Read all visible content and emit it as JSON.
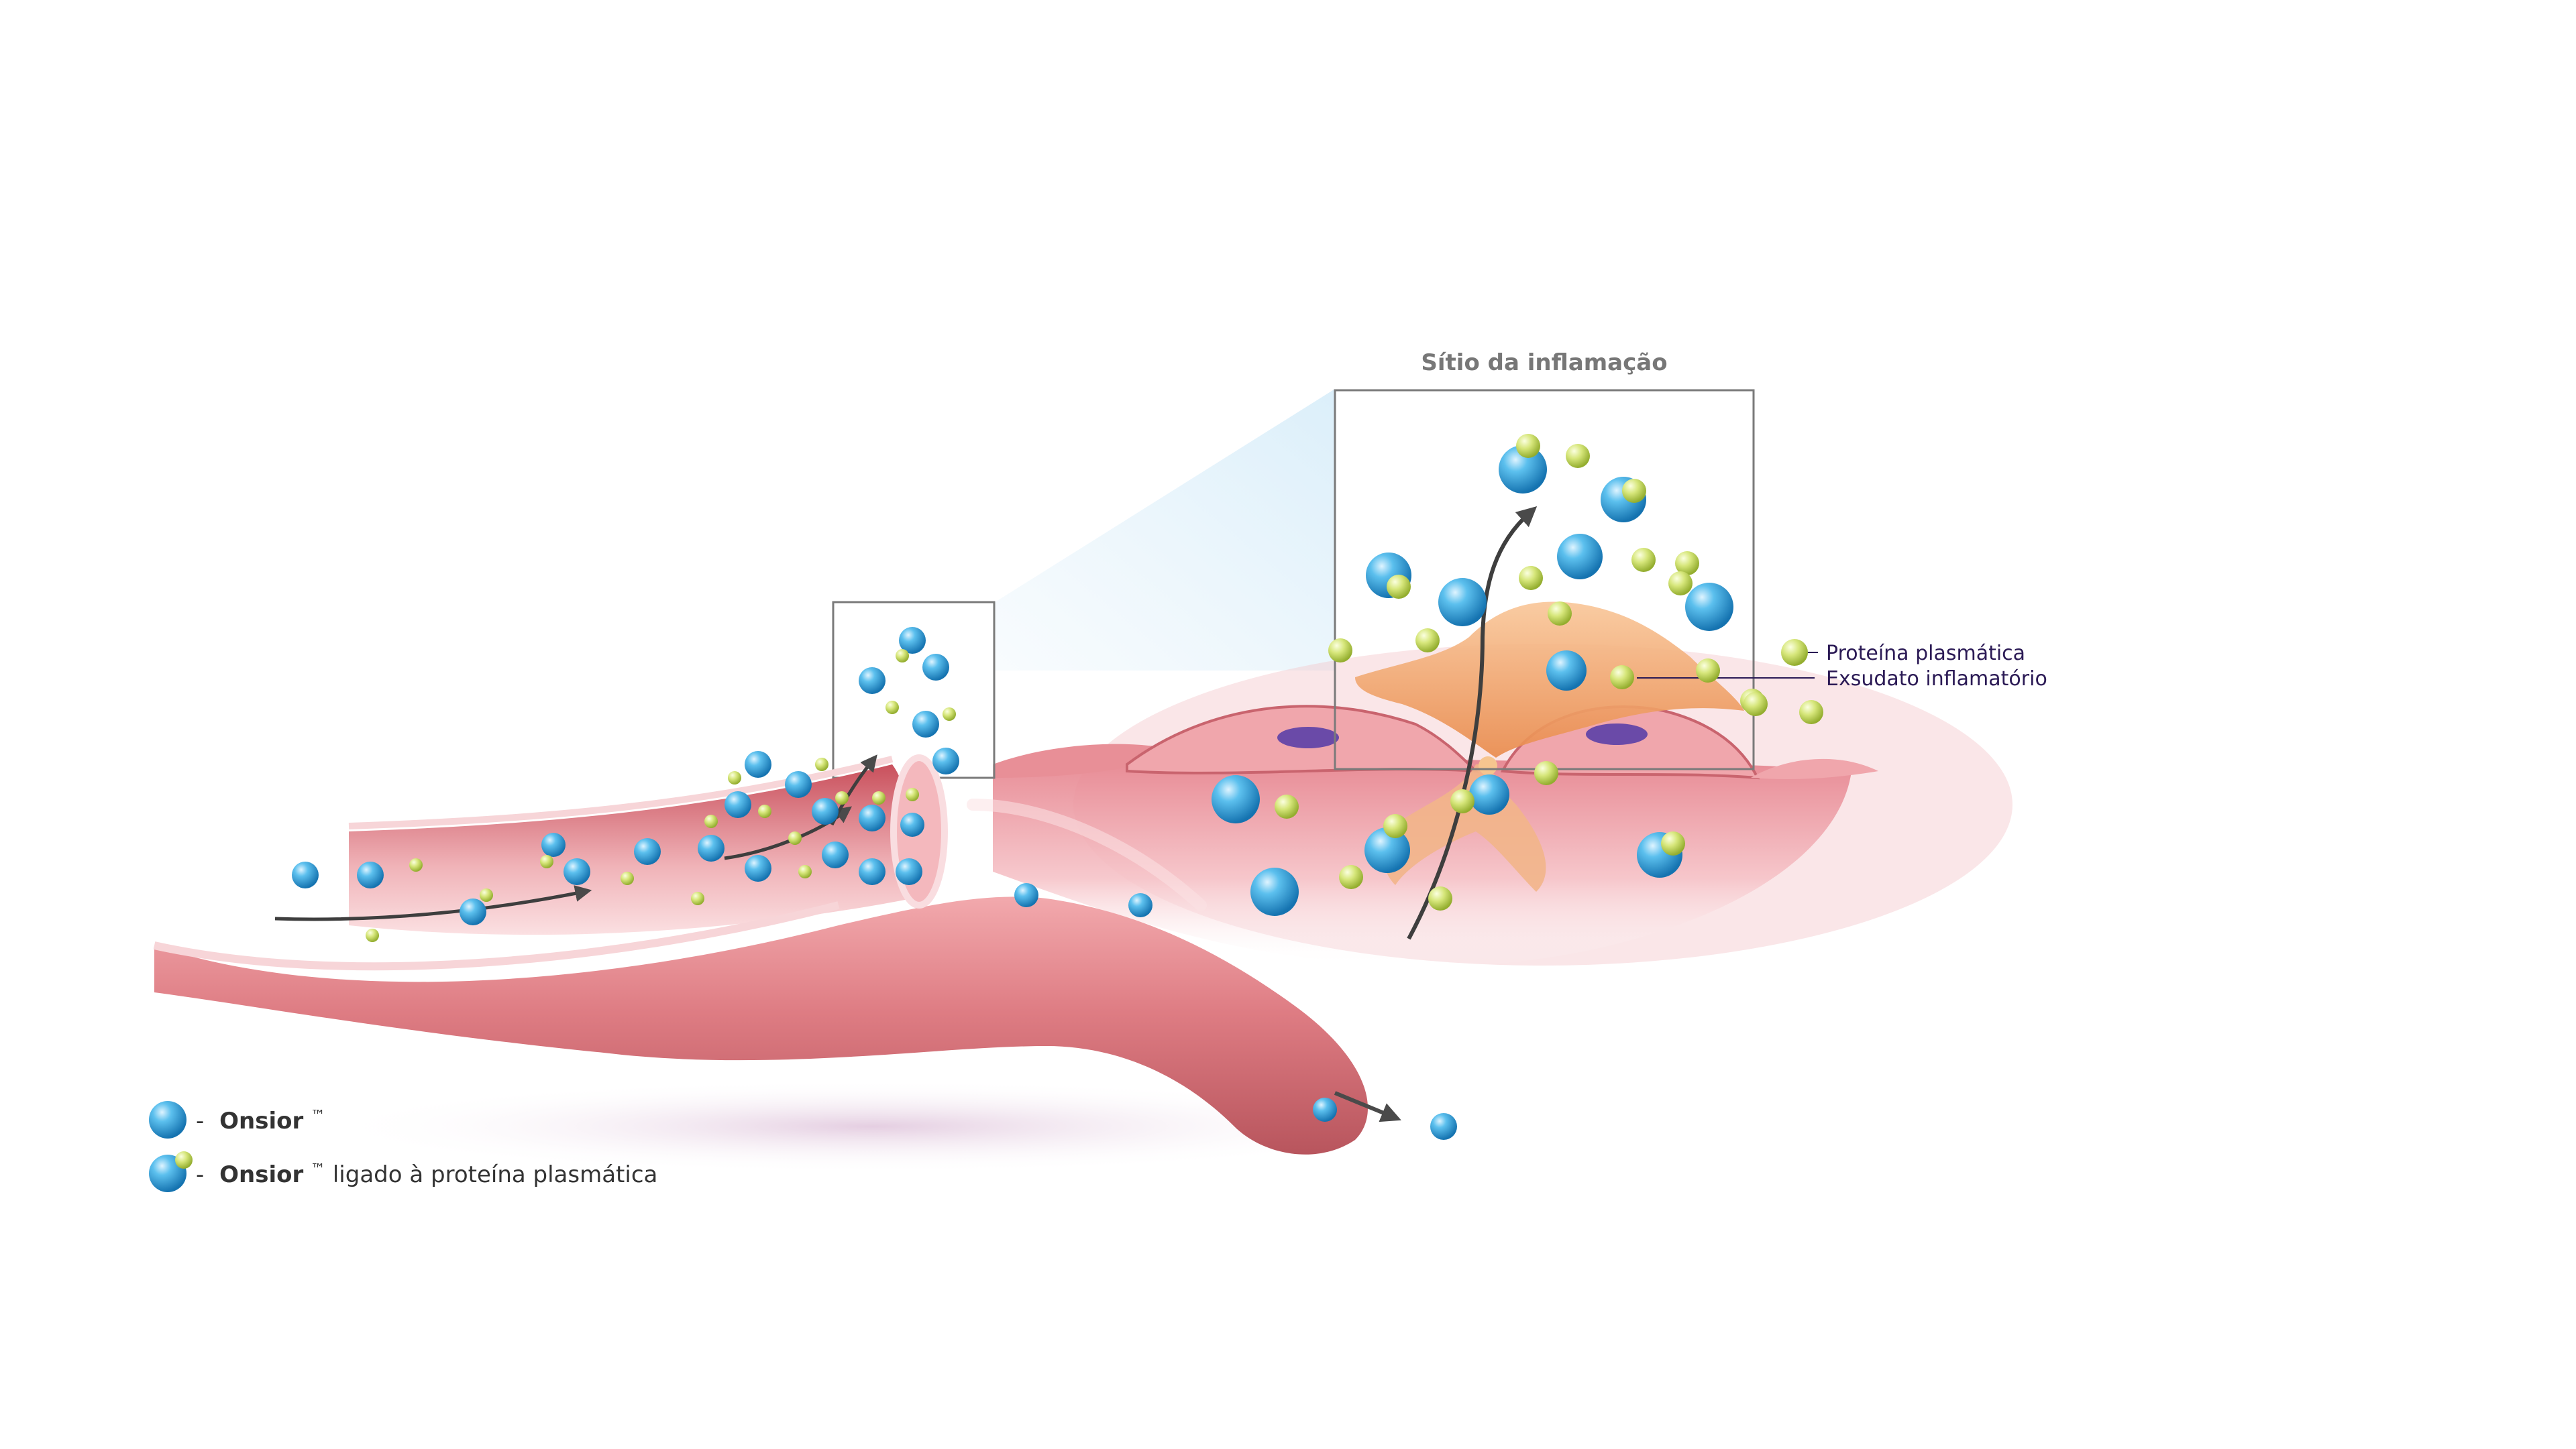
{
  "labels": {
    "inflammation_site": "Sítio da inflamação",
    "plasma_protein": "Proteína plasmática",
    "inflammatory_exudate": "Exsudato inflamatório"
  },
  "legend": {
    "item1": {
      "dash": "-",
      "name": "Onsior",
      "tm": "™",
      "rest": ""
    },
    "item2": {
      "dash": "-",
      "name": "Onsior",
      "tm": "™",
      "rest": " ligado à proteína plasmática"
    }
  },
  "colors": {
    "onsior": "#2a9fd8",
    "plasma_protein": "#cfe068",
    "vessel": "#d9737a",
    "exudate": "#f3a96a",
    "nucleus": "#6a4aa8"
  }
}
